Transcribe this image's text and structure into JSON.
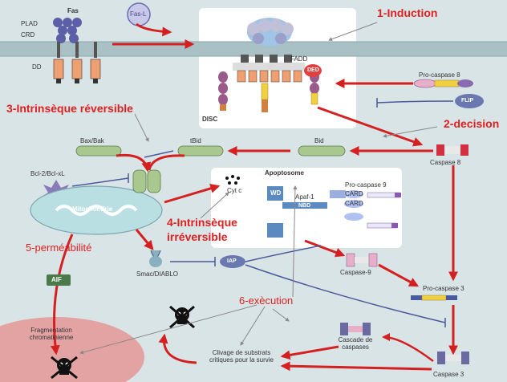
{
  "labels": {
    "plad": "PLAD",
    "crd": "CRD",
    "dd": "DD",
    "fas": "Fas",
    "fasl": "Fas-L",
    "disc": "DISC",
    "fadd": "FADD",
    "ded": "DED",
    "pro_caspase8": "Pro-caspase 8",
    "flip": "FLIP",
    "caspase8": "Caspase 8",
    "bax_bak": "Bax/Bak",
    "tbid": "tBid",
    "bid": "Bid",
    "bcl": "Bcl-2/Bcl-xL",
    "mitochondrie": "Mitochondrie",
    "apoptosome": "Apoptosome",
    "cytc": "Cyt c",
    "wd": "WD",
    "apaf1": "Apaf-1",
    "nbd": "NBD",
    "card1": "CARD",
    "card2": "CARD",
    "pro_caspase9": "Pro-caspase 9",
    "caspase9": "Caspase-9",
    "smac": "Smac/DIABLO",
    "iap": "IAP",
    "aif": "AIF",
    "pro_caspase3": "Pro-caspase 3",
    "cascade": "Cascade de caspases",
    "caspase3": "Caspase 3",
    "clivage": "Clivage de substrats critiques pour la survie",
    "fragmentation": "Fragmentation chromatinienne"
  },
  "annotations": {
    "induction": "1-Induction",
    "decision": "2-decision",
    "intrinseque_rev": "3-Intrinsèque réversible",
    "intrinseque_irrev_1": "4-Intrinsèque",
    "intrinseque_irrev_2": "irréversible",
    "permeabilite": "5-perméabilité",
    "execution": "6-exècution"
  },
  "colors": {
    "background": "#d9e4e6",
    "membrane": "#a9c0c4",
    "arrow_red": "#d42020",
    "annotation_red": "#e02020",
    "mito": "#b9dfe3",
    "panel": "#ffffff",
    "death_zone": "#e3a3a3"
  }
}
